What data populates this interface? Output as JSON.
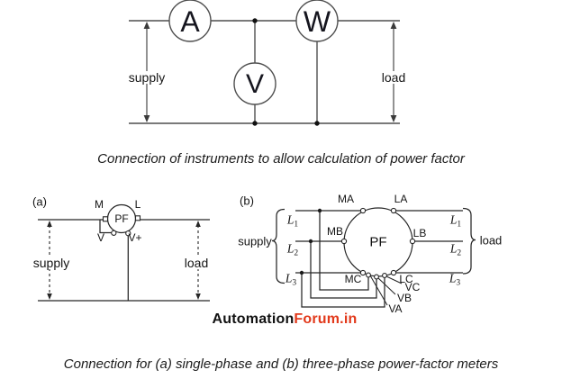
{
  "colors": {
    "background": "#ffffff",
    "wire_top_circuit": "#4f4f4f",
    "wire_meter_circuits": "#262626",
    "text": "#141414",
    "brand_red": "#e2391b"
  },
  "top_circuit": {
    "ammeter_label": "A",
    "wattmeter_label": "W",
    "voltmeter_label": "V",
    "supply_label": "supply",
    "load_label": "load",
    "caption": "Connection of instruments to allow calculation of power factor"
  },
  "single_phase": {
    "figure_label": "(a)",
    "meter_label": "PF",
    "terminal_m": "M",
    "terminal_l": "L",
    "terminal_v": "V",
    "terminal_vplus": "V+",
    "supply_label": "supply",
    "load_label": "load"
  },
  "three_phase": {
    "figure_label": "(b)",
    "meter_label": "PF",
    "supply_label": "supply",
    "load_label": "load",
    "terminal_ma": "MA",
    "terminal_la": "LA",
    "terminal_mb": "MB",
    "terminal_lb": "LB",
    "terminal_mc": "MC",
    "terminal_lc": "LC",
    "terminal_va": "VA",
    "terminal_vb": "VB",
    "terminal_vc": "VC",
    "phase_lines": [
      {
        "base": "L",
        "sub": "1"
      },
      {
        "base": "L",
        "sub": "2"
      },
      {
        "base": "L",
        "sub": "3"
      }
    ]
  },
  "watermark": {
    "automation": "Automation",
    "forum_in": "Forum.in"
  },
  "bottom_caption": "Connection for (a) single-phase and (b) three-phase power-factor meters"
}
